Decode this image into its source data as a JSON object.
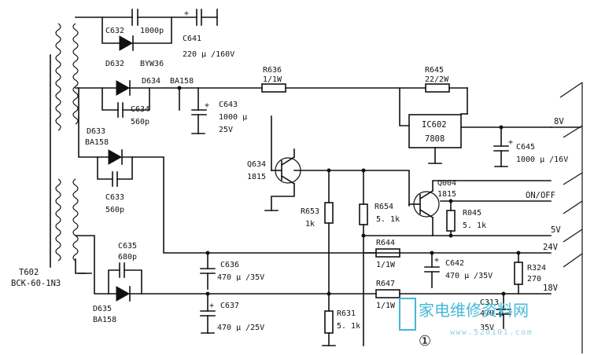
{
  "labels": {
    "c632": "C632",
    "c632_val": "1000p",
    "c641": "C641",
    "c641_val": "220 μ /160V",
    "d632": "D632",
    "d632_type": "BYW36",
    "d634": "D634",
    "d634_type": "BA158",
    "c634": "C634",
    "c634_val": "560p",
    "d633": "D633",
    "d633_type": "BA158",
    "c633": "C633",
    "c633_val": "560p",
    "c643": "C643",
    "c643_val": "1000 μ",
    "c643_v": "25V",
    "r636": "R636",
    "r636_val": "1/1W",
    "r645": "R645",
    "r645_val": "22/2W",
    "ic602": "IC602",
    "ic602_type": "7808",
    "c645": "C645",
    "c645_val": "1000 μ /16V",
    "q634": "Q634",
    "q634_type": "1815",
    "q004": "Q004",
    "q004_type": "1815",
    "r653": "R653",
    "r653_val": "1k",
    "r654": "R654",
    "r654_val": "5. 1k",
    "r045": "R045",
    "r045_val": "5. 1k",
    "c635": "C635",
    "c635_val": "680p",
    "d635": "D635",
    "d635_type": "BA158",
    "c636": "C636",
    "c636_val": "470 μ /35V",
    "c637": "C637",
    "c637_val": "470 μ /25V",
    "r644": "R644",
    "r644_val": "1/1W",
    "r647": "R647",
    "r647_val": "1/1W",
    "c642": "C642",
    "c642_val": "470 μ /35V",
    "r324": "R324",
    "r324_val": "270",
    "r631": "R631",
    "r631_val": "5. 1k",
    "c313": "C313",
    "c313_val": "470 μ",
    "c313_v": "35V",
    "t602": "T602",
    "t602_type": "BCK-60-1N3",
    "out_8v": "8V",
    "out_onoff": "ON/OFF",
    "out_5v": "5V",
    "out_24v": "24V",
    "out_18v": "18V",
    "plus": "+"
  },
  "watermark": {
    "text": "家电维修资料网",
    "url": "www.520101.com",
    "mark": "①"
  },
  "colors": {
    "ink": "#111111",
    "watermark": "#43b8d8"
  }
}
